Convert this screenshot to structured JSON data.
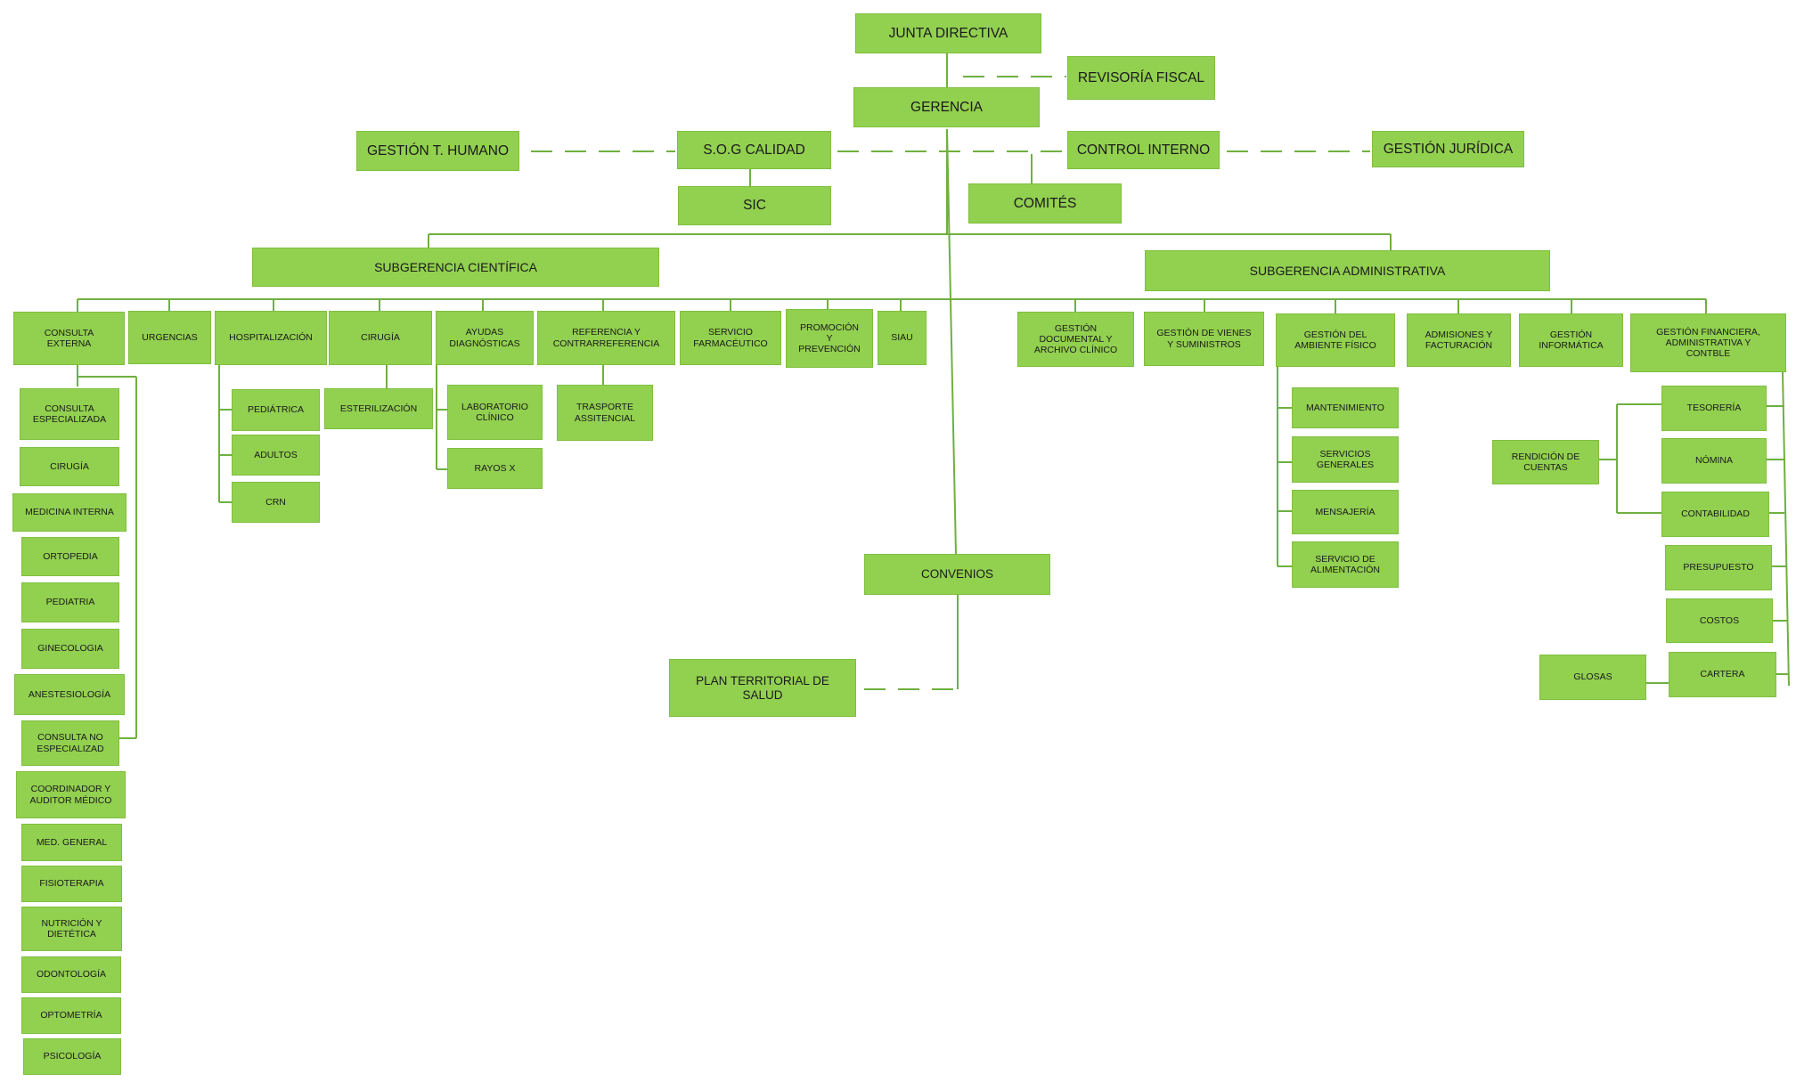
{
  "colors": {
    "box": "#92d050",
    "line": "#6fb040"
  },
  "nodes": {
    "junta": "JUNTA DIRECTIVA",
    "revisoria": "REVISORÍA FISCAL",
    "gerencia": "GERENCIA",
    "humano": "GESTIÓN T. HUMANO",
    "sog": "S.O.G CALIDAD",
    "control": "CONTROL INTERNO",
    "juridica": "GESTIÓN JURÍDICA",
    "sic": "SIC",
    "comites": "COMITÉS",
    "sub_cientifica": "SUBGERENCIA  CIENTÍFICA",
    "sub_administrativa": "SUBGERENCIA ADMINISTRATIVA",
    "consulta_externa": "CONSULTA\nEXTERNA",
    "urgencias": "URGENCIAS",
    "hospitalizacion": "HOSPITALIZACIÓN",
    "cirugia": "CIRUGÍA",
    "ayudas": "AYUDAS\nDIAGNÓSTICAS",
    "referencia": "REFERENCIA Y\nCONTRARREFERENCIA",
    "farmaceutico": "SERVICIO\nFARMACÉUTICO",
    "promocion": "PROMOCIÓN\nY\nPREVENCIÓN",
    "siau": "SIAU",
    "documental": "GESTIÓN\nDOCUMENTAL Y\nARCHIVO CLÍNICO",
    "bienes": "GESTIÓN DE VIENES\nY SUMINISTROS",
    "ambiente": "GESTIÓN  DEL\nAMBIENTE FÍSICO",
    "admisiones": "ADMISIONES Y\nFACTURACIÓN",
    "informatica": "GESTIÓN\nINFORMÁTICA",
    "financiera": "GESTIÓN FINANCIERA,\nADMINISTRATIVA Y\nCONTBLE",
    "consulta_especializada": "CONSULTA\nESPECIALIZADA",
    "ce_cirugia": "CIRUGÍA",
    "medicina_interna": "MEDICINA INTERNA",
    "ortopedia": "ORTOPEDIA",
    "pediatria": "PEDIATRIA",
    "ginecologia": "GINECOLOGIA",
    "anestesiologia": "ANESTESIOLOGÍA",
    "consulta_no": "CONSULTA NO\nESPECIALIZAD",
    "coordinador": "COORDINADOR Y\nAUDITOR MÉDICO",
    "med_general": "MED. GENERAL",
    "fisioterapia": "FISIOTERAPIA",
    "nutricion": "NUTRICIÓN Y\nDIETÉTICA",
    "odontologia": "ODONTOLOGÍA",
    "optometria": "OPTOMETRÍA",
    "psicologia": "PSICOLOGÍA",
    "pediatrica": "PEDIÁTRICA",
    "adultos": "ADULTOS",
    "crn": "CRN",
    "esterilizacion": "ESTERILIZACIÓN",
    "laboratorio": "LABORATORIO\nCLÍNICO",
    "rayos": "RAYOS X",
    "trasporte": "TRASPORTE\nASSITENCIAL",
    "mantenimiento": "MANTENIMIENTO",
    "servicios_generales": "SERVICIOS\nGENERALES",
    "mensajeria": "MENSAJERÍA",
    "alimentacion": "SERVICIO DE\nALIMENTACIÓN",
    "tesoreria": "TESORERÍA",
    "nomina": "NÓMINA",
    "contabilidad": "CONTABILIDAD",
    "presupuesto": "PRESUPUESTO",
    "costos": "COSTOS",
    "cartera": "CARTERA",
    "rendicion": "RENDICIÓN DE\nCUENTAS",
    "glosas": "GLOSAS",
    "convenios": "CONVENIOS",
    "plan": "PLAN TERRITORIAL DE\nSALUD"
  }
}
